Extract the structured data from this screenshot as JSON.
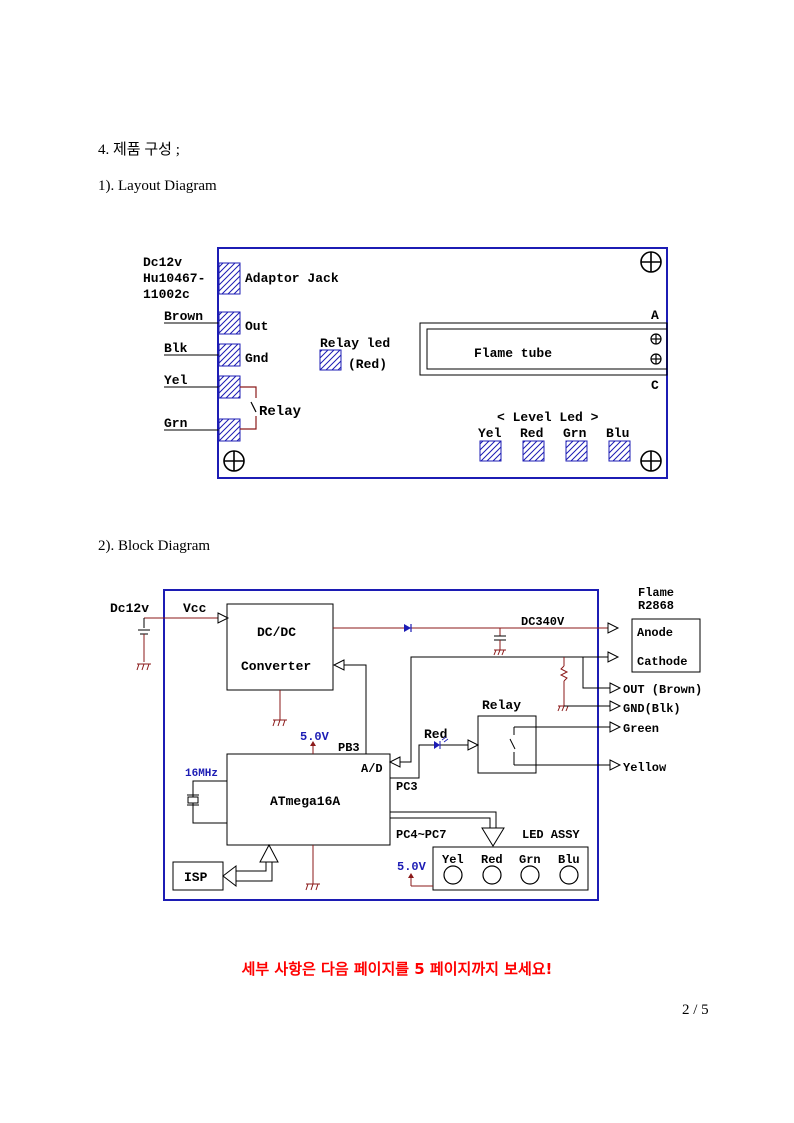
{
  "page": {
    "section_heading": "4. 제품 구성 ;",
    "layout_heading": "1). Layout Diagram",
    "block_heading": "2). Block Diagram",
    "note": "세부 사항은 다음 페이지를 5 페이지까지 보세요!",
    "page_number": "2 / 5"
  },
  "layout": {
    "dc_label": [
      "Dc12v",
      "Hu10467-",
      "11002c"
    ],
    "adaptor_jack": "Adaptor Jack",
    "wires": {
      "brown": "Brown",
      "blk": "Blk",
      "yel": "Yel",
      "grn": "Grn"
    },
    "out": "Out",
    "gnd": "Gnd",
    "relay": "Relay",
    "relay_led": "Relay led",
    "relay_led_color": "(Red)",
    "flame_tube": "Flame tube",
    "terminal_a": "A",
    "terminal_c": "C",
    "level_led": "< Level Led >",
    "led_labels": [
      "Yel",
      "Red",
      "Grn",
      "Blu"
    ]
  },
  "block": {
    "dc12v": "Dc12v",
    "vcc": "Vcc",
    "dcdc": [
      "DC/DC",
      "Converter"
    ],
    "dc340v": "DC340V",
    "flame": [
      "Flame",
      "R2868"
    ],
    "anode": "Anode",
    "cathode": "Cathode",
    "out_brown": "OUT (Brown)",
    "gnd_blk": "GND(Blk)",
    "green": "Green",
    "yellow": "Yellow",
    "relay": "Relay",
    "red": "Red",
    "v5_top": "5.0V",
    "pb3": "PB3",
    "ad": "A/D",
    "pc3": "PC3",
    "mhz": "16MHz",
    "mcu": "ATmega16A",
    "pc4_7": "PC4~PC7",
    "led_assy": "LED ASSY",
    "v5_led": "5.0V",
    "isp": "ISP",
    "led_labels": [
      "Yel",
      "Red",
      "Grn",
      "Blu"
    ]
  },
  "colors": {
    "blue": "#1c1cb4",
    "dark_red": "#8b1a1a",
    "note_red": "#ff0000"
  }
}
